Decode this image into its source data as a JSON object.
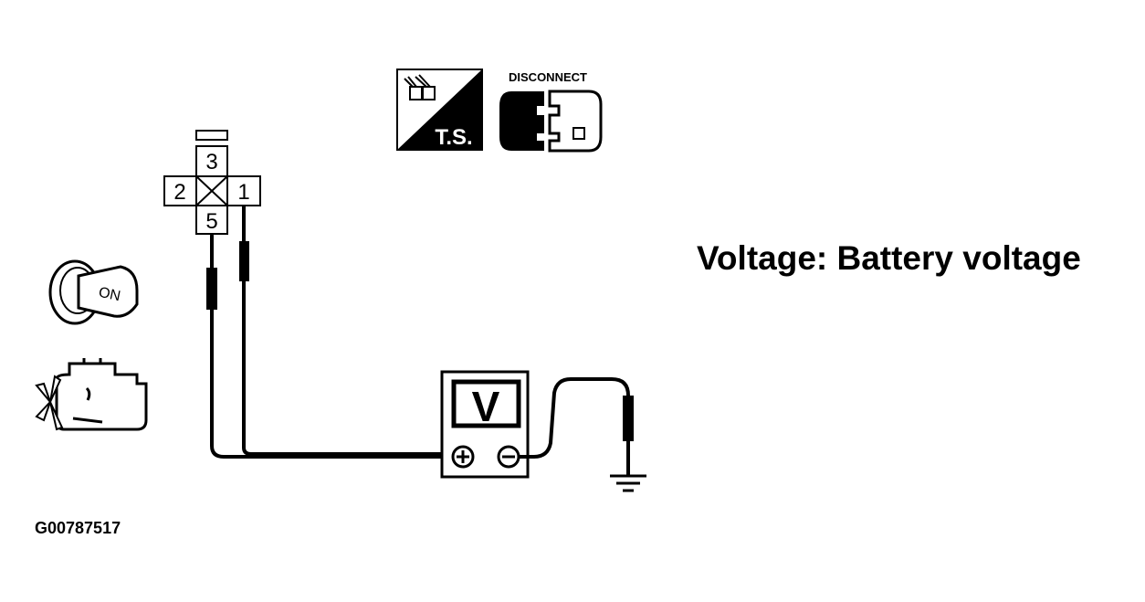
{
  "connector": {
    "pins": [
      {
        "key": "top",
        "label": "3"
      },
      {
        "key": "left",
        "label": "2"
      },
      {
        "key": "right",
        "label": "1"
      },
      {
        "key": "bottom",
        "label": "5"
      }
    ]
  },
  "ts_badge": {
    "label": "T.S."
  },
  "disconnect": {
    "label": "DISCONNECT"
  },
  "ignition": {
    "label": "ON"
  },
  "voltmeter": {
    "display": "V",
    "positive": "+",
    "negative": "−"
  },
  "spec": {
    "text": "Voltage: Battery voltage"
  },
  "figure_id": {
    "text": "G00787517"
  }
}
